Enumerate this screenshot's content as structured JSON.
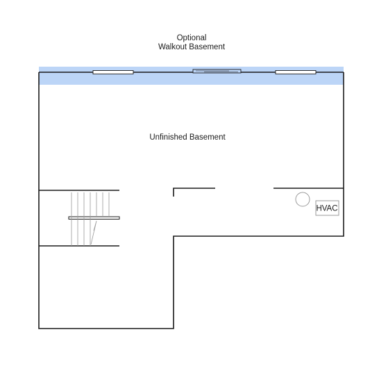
{
  "title": {
    "line1": "Optional",
    "line2": "Walkout Basement"
  },
  "rooms": {
    "main": "Unfinished Basement",
    "equipment": "HVAC"
  },
  "colors": {
    "walkout_zone": "#bcd5f7",
    "wall": "#1a1a1a",
    "stair_tread": "#9a9a9a",
    "window": "#ffffff"
  },
  "icons": {
    "water_heater": "circle",
    "stairs": "stair-treads"
  }
}
